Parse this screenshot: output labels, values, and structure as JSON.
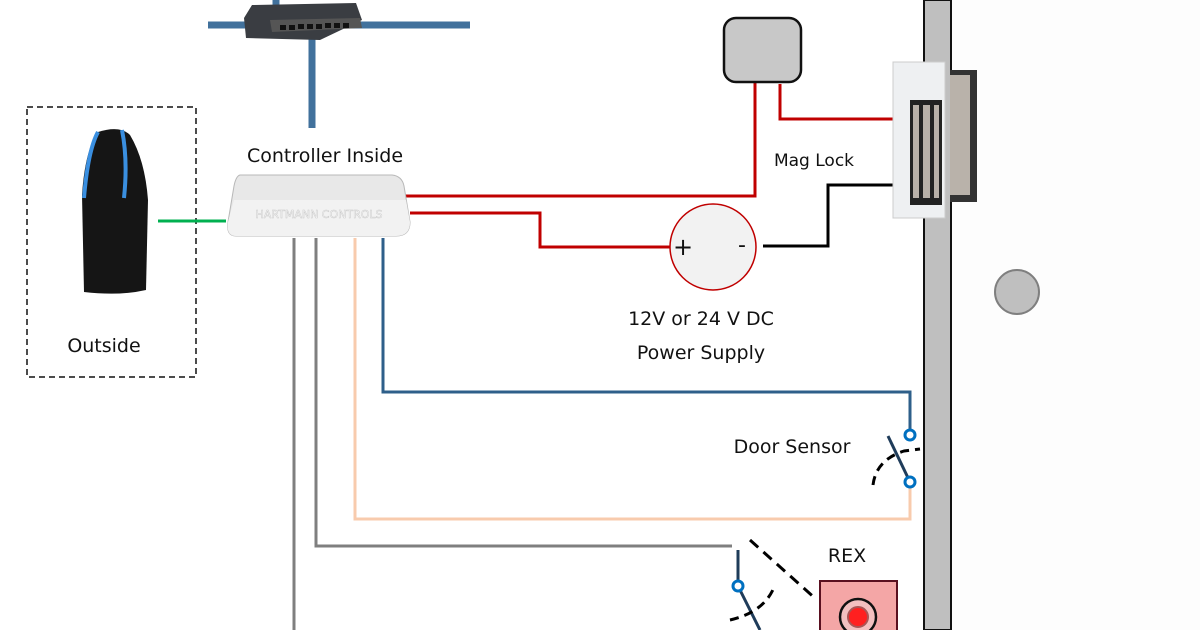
{
  "labels": {
    "controller": "Controller Inside",
    "controller_brand": "HARTMANN CONTROLS",
    "outside": "Outside",
    "mag_lock": "Mag Lock",
    "power_supply_line1": "12V or 24 V DC",
    "power_supply_line2": "Power Supply",
    "plus": "+",
    "minus": "-",
    "door_sensor": "Door Sensor",
    "rex": "REX"
  },
  "colors": {
    "network": "#41719c",
    "power_positive": "#c00000",
    "power_negative": "#000000",
    "reader_wire": "#00b050",
    "door_sensor_wire": "#2e5f8a",
    "rex_wire": "#f8cbad",
    "gray_wire": "#7f7f7f",
    "door": "#bfbfbf"
  }
}
